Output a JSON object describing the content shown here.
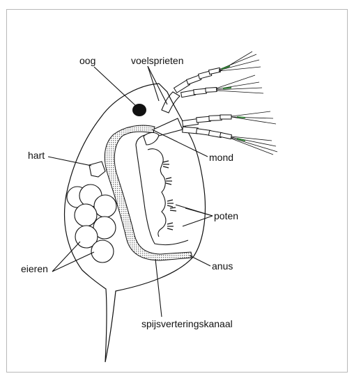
{
  "labels": {
    "eye": "oog",
    "antennae": "voelsprieten",
    "heart": "hart",
    "mouth": "mond",
    "legs": "poten",
    "eggs": "eieren",
    "anus": "anus",
    "gut": "spijsverteringskanaal"
  },
  "colors": {
    "line": "#111111",
    "gut_fill": "#9a9a9a",
    "antenna_tip": "#2e7d32",
    "frame": "#b8b8b8"
  }
}
